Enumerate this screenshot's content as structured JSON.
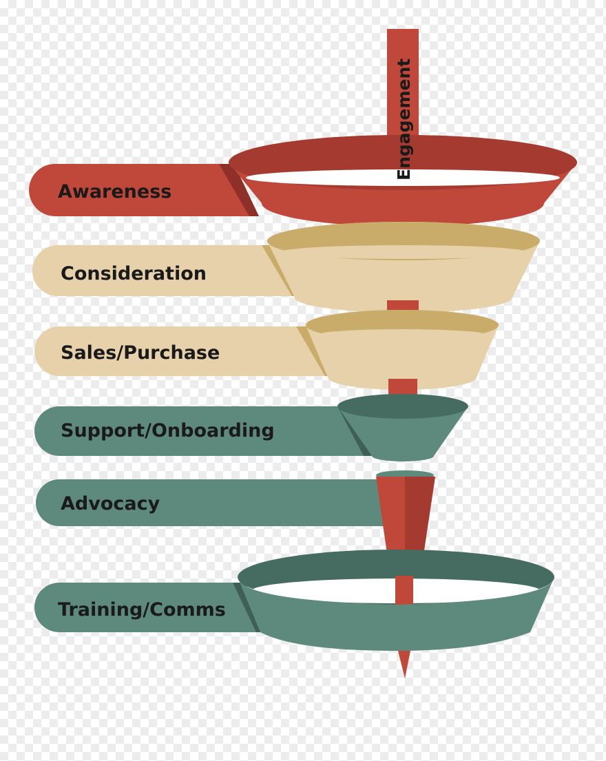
{
  "diagram": {
    "axis_label": "Engagement",
    "stages": [
      {
        "label": "Awareness",
        "color": "#c0483a"
      },
      {
        "label": "Consideration",
        "color": "#e6d1ab"
      },
      {
        "label": "Sales/Purchase",
        "color": "#e6d1ab"
      },
      {
        "label": "Support/Onboarding",
        "color": "#5e8a7e"
      },
      {
        "label": "Advocacy",
        "color": "#5e8a7e"
      },
      {
        "label": "Training/Comms",
        "color": "#5e8a7e"
      }
    ],
    "colors": {
      "red": "#c0483a",
      "red_dark": "#a53a30",
      "tan": "#e6d1ab",
      "tan_dark": "#c9ab6a",
      "teal": "#5e8a7e",
      "teal_dark": "#466b61"
    }
  }
}
